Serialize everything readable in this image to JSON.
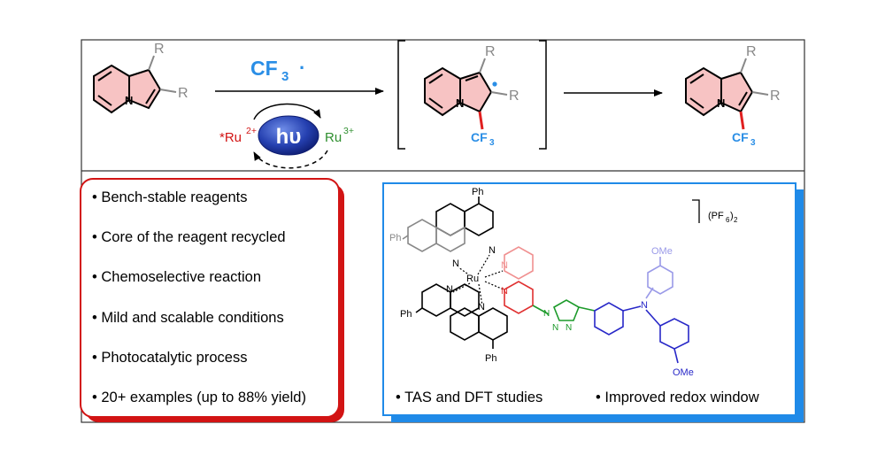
{
  "colors": {
    "frame": "#333333",
    "reaction_red": "#e02020",
    "cf3_blue": "#2a8ee6",
    "ring_fill": "#f7c3c3",
    "hv_navy": "#152a8c",
    "ru3_green": "#2f8f2f",
    "features_border": "#d21414",
    "catalyst_border": "#1f8ae8",
    "bipyridine_red": "#e03030",
    "triazole_green": "#1c9a2a",
    "arylamine_blue": "#2828c8"
  },
  "scheme": {
    "radical_label": "CF",
    "radical_sub": "3",
    "radical_dot": "·",
    "r_label": "R",
    "n_label": "N",
    "hv_label": "hυ",
    "ru2_label": "*Ru",
    "ru2_charge": "2+",
    "ru3_label": "Ru",
    "ru3_charge": "3+",
    "cf3_label": "CF",
    "cf3_sub": "3"
  },
  "features": {
    "items": [
      "• Bench-stable reagents",
      "• Core of the reagent recycled",
      "• Chemoselective reaction",
      "• Mild and scalable conditions",
      "• Photocatalytic process",
      "• 20+ examples (up to 88% yield)"
    ]
  },
  "catalyst": {
    "counterion_open": "(PF",
    "counterion_sub": "6",
    "counterion_close": ")",
    "counterion_sub2": "2",
    "ph_label": "Ph",
    "ru_label": "Ru",
    "n_label": "N",
    "ome_label": "OMe",
    "caption_left": "• TAS and DFT studies",
    "caption_right": "• Improved redox window"
  }
}
